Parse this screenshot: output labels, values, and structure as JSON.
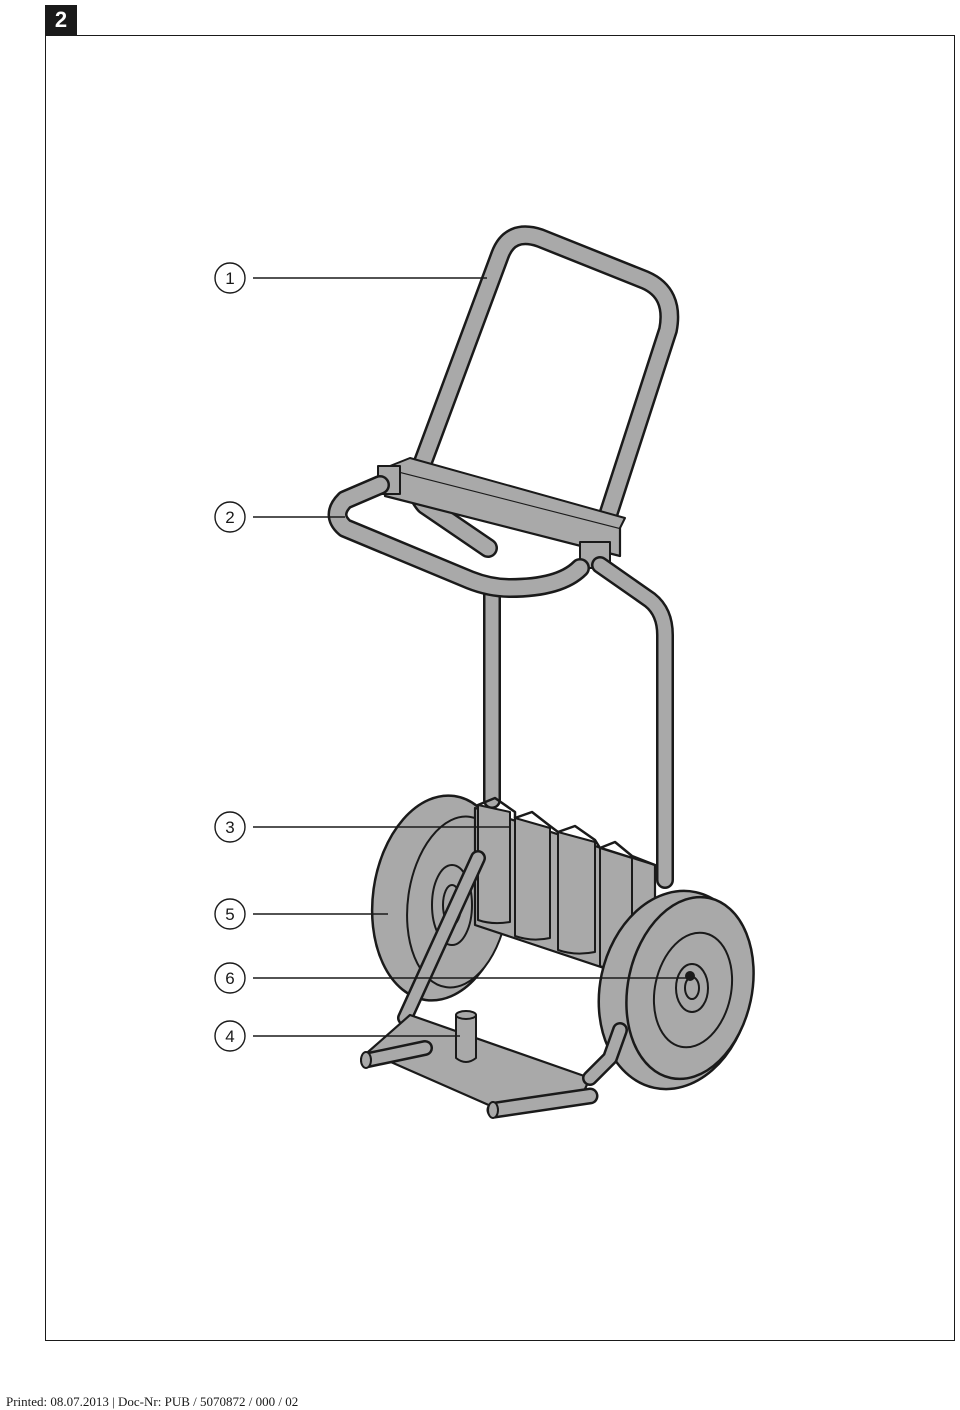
{
  "figure": {
    "number": "2"
  },
  "callouts": [
    {
      "id": "1",
      "label": "1"
    },
    {
      "id": "2",
      "label": "2"
    },
    {
      "id": "3",
      "label": "3"
    },
    {
      "id": "5",
      "label": "5"
    },
    {
      "id": "6",
      "label": "6"
    },
    {
      "id": "4",
      "label": "4"
    }
  ],
  "colors": {
    "fill": "#a9a9a9",
    "stroke": "#1a1a1a",
    "background": "#ffffff"
  },
  "footer": {
    "text": "Printed: 08.07.2013 | Doc-Nr: PUB / 5070872 / 000 / 02"
  }
}
